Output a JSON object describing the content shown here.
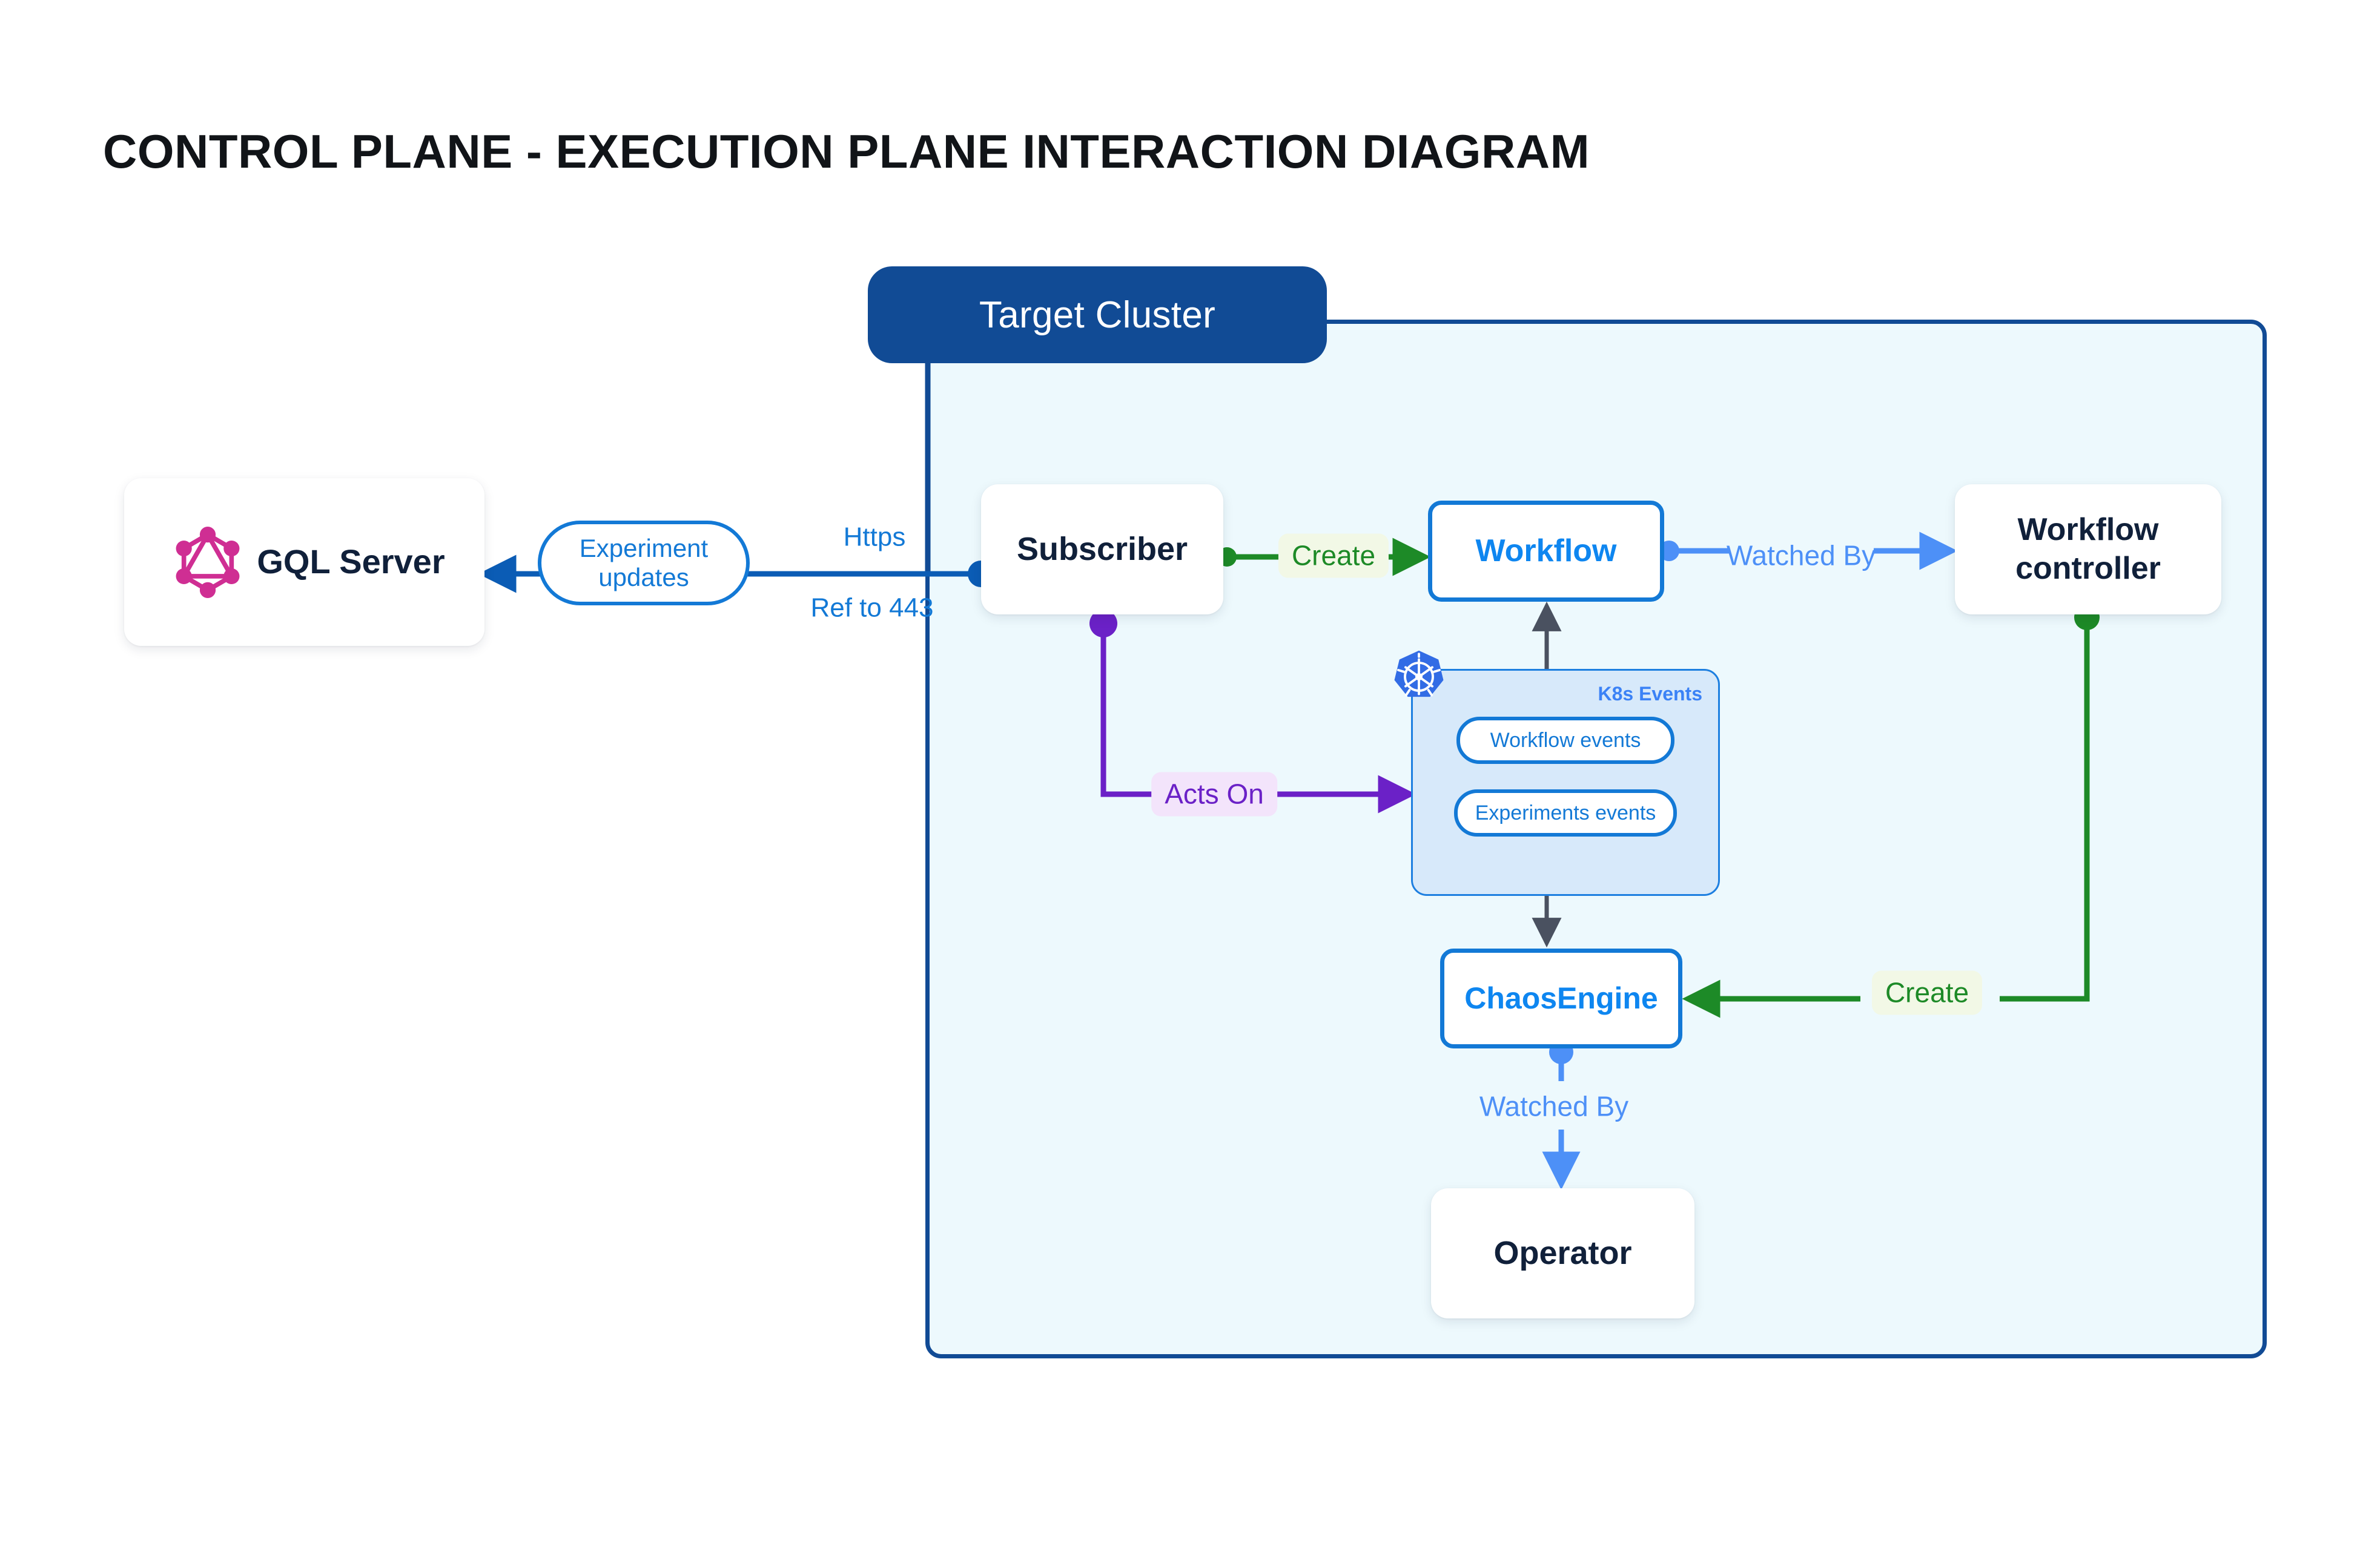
{
  "title": "CONTROL PLANE - EXECUTION PLANE INTERACTION DIAGRAM",
  "colors": {
    "cluster_border": "#114b95",
    "cluster_fill": "#edf9fd",
    "node_text": "#10203a",
    "outlined_border": "#1379d6",
    "outlined_text": "#0e86f0",
    "create_green": "#1d8a27",
    "create_green_bg": "#f2f8e6",
    "watched_blue": "#4d90f7",
    "acts_on_purple": "#6b21c7",
    "acts_on_bg": "#f3e4fb",
    "k8s_group_fill": "#d7e9fa",
    "k8s_group_border": "#1d7fe0",
    "k8s_logo_blue": "#326ce5",
    "graphql_pink": "#cf2e93",
    "https_blue": "#1379d6",
    "event_arrow_gray": "#4a5160"
  },
  "cluster": {
    "pill_label": "Target Cluster"
  },
  "nodes": {
    "gql_server": {
      "label": "GQL Server",
      "icon": "graphql-icon"
    },
    "subscriber": {
      "label": "Subscriber"
    },
    "workflow": {
      "label": "Workflow"
    },
    "workflow_controller": {
      "label": "Workflow\ncontroller",
      "line1": "Workflow",
      "line2": "controller"
    },
    "chaos_engine": {
      "label": "ChaosEngine"
    },
    "operator": {
      "label": "Operator"
    }
  },
  "k8s_events": {
    "title": "K8s Events",
    "icon": "kubernetes-icon",
    "pills": [
      {
        "label": "Workflow events"
      },
      {
        "label": "Experiments events"
      }
    ]
  },
  "edges": [
    {
      "id": "experiment-updates",
      "label": "Experiment updates",
      "line1": "Experiment",
      "line2": "updates",
      "color": "#1379d6",
      "from": "subscriber",
      "to": "gql_server"
    },
    {
      "id": "https",
      "label": "Https",
      "color": "#1379d6"
    },
    {
      "id": "ref-to-443",
      "label": "Ref to 443",
      "color": "#1379d6"
    },
    {
      "id": "create-workflow",
      "label": "Create",
      "color": "#1d8a27",
      "from": "subscriber",
      "to": "workflow"
    },
    {
      "id": "watched-by-controller",
      "label": "Watched By",
      "color": "#4d90f7",
      "from": "workflow",
      "to": "workflow_controller"
    },
    {
      "id": "acts-on",
      "label": "Acts On",
      "color": "#6b21c7",
      "from": "subscriber",
      "to": "k8s_events"
    },
    {
      "id": "create-chaosengine",
      "label": "Create",
      "color": "#1d8a27",
      "from": "workflow_controller",
      "to": "chaos_engine"
    },
    {
      "id": "watched-by-operator",
      "label": "Watched By",
      "color": "#4d90f7",
      "from": "chaos_engine",
      "to": "operator"
    }
  ]
}
